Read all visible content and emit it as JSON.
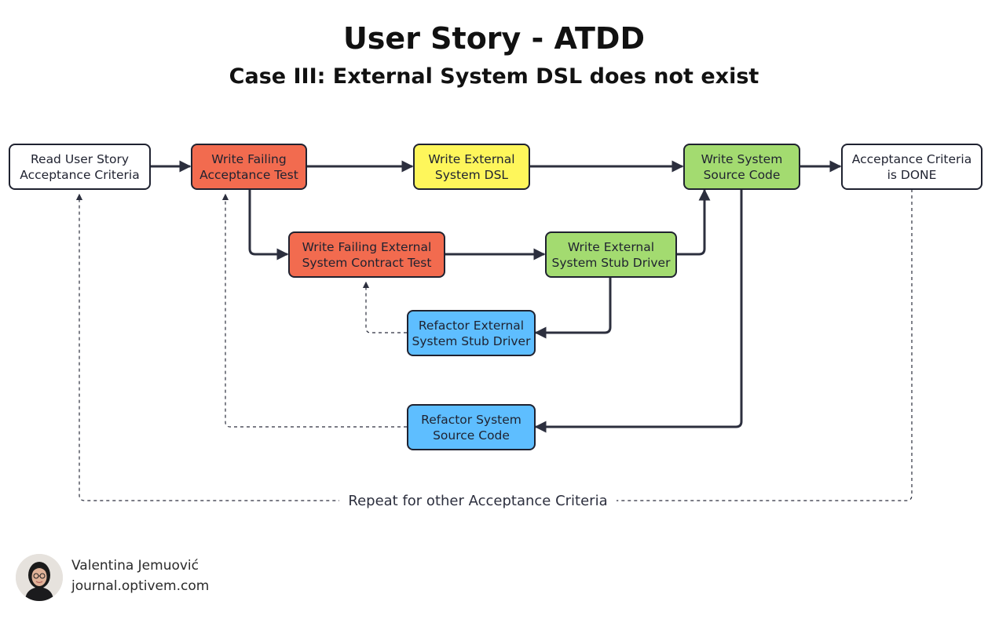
{
  "title": "User Story - ATDD",
  "subtitle": "Case III: External System DSL does not exist",
  "colors": {
    "white": "#ffffff",
    "red": "#f26b4f",
    "yellow": "#fef65b",
    "green": "#a3db70",
    "blue": "#5ebeff",
    "line": "#2c2f3e"
  },
  "nodes": {
    "read": {
      "text": "Read User Story\nAcceptance Criteria",
      "color": "white"
    },
    "fail_at": {
      "text": "Write Failing\nAcceptance Test",
      "color": "red"
    },
    "ext_dsl": {
      "text": "Write External\nSystem DSL",
      "color": "yellow"
    },
    "sys_src": {
      "text": "Write System\nSource Code",
      "color": "green"
    },
    "done": {
      "text": "Acceptance Criteria\nis DONE",
      "color": "white"
    },
    "fail_contract": {
      "text": "Write Failing External\nSystem Contract Test",
      "color": "red"
    },
    "stub": {
      "text": "Write External\nSystem Stub Driver",
      "color": "green"
    },
    "ref_stub": {
      "text": "Refactor External\nSystem Stub Driver",
      "color": "blue"
    },
    "ref_src": {
      "text": "Refactor System\nSource Code",
      "color": "blue"
    }
  },
  "repeat_label": "Repeat for other Acceptance Criteria",
  "author": {
    "name": "Valentina Jemuović",
    "site": "journal.optivem.com",
    "avatar_icon": "person-photo-icon"
  }
}
